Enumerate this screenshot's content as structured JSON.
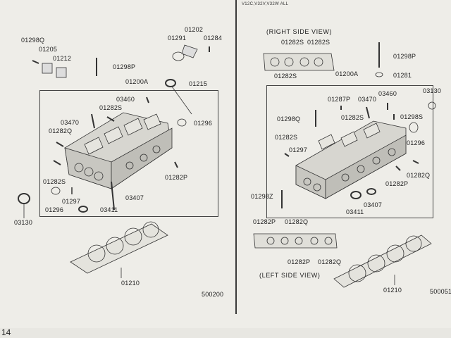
{
  "page_number": "14",
  "right_header": "V12C,V32V,V32W ALL",
  "left_panel": {
    "diagram_code": "500200",
    "labels": {
      "p01298Q": "01298Q",
      "p01205": "01205",
      "p01212": "01212",
      "p01298P": "01298P",
      "p01291": "01291",
      "p01202": "01202",
      "p01284": "01284",
      "p01200A": "01200A",
      "p01215": "01215",
      "p03460": "03460",
      "p01282S_a": "01282S",
      "p03470": "03470",
      "p01282Q": "01282Q",
      "p01296_a": "01296",
      "p01282P": "01282P",
      "p01282S_b": "01282S",
      "p03407": "03407",
      "p01297": "01297",
      "p01296_b": "01296",
      "p03411": "03411",
      "p03130": "03130",
      "p01210": "01210"
    }
  },
  "right_panel": {
    "diagram_code": "500051",
    "right_side_view": "(RIGHT SIDE VIEW)",
    "left_side_view": "(LEFT SIDE VIEW)",
    "labels": {
      "q01282S_top": "01282S",
      "q01282S_top2": "01282S",
      "q01282S_under": "01282S",
      "q01298P": "01298P",
      "q01281": "01281",
      "q01200A": "01200A",
      "q03460": "03460",
      "q03130": "03130",
      "q01287P": "01287P",
      "q03470": "03470",
      "q01298Q": "01298Q",
      "q01282S_mid": "01282S",
      "q01298S": "01298S",
      "q01282S_left": "01282S",
      "q01296": "01296",
      "q01297": "01297",
      "q01282Q": "01282Q",
      "q01282P": "01282P",
      "q01298Z": "01298Z",
      "q03407": "03407",
      "q03411": "03411",
      "q01282P_b1": "01282P",
      "q01282Q_b1": "01282Q",
      "q01282P_b2": "01282P",
      "q01282Q_b2": "01282Q",
      "q01210": "01210"
    }
  }
}
